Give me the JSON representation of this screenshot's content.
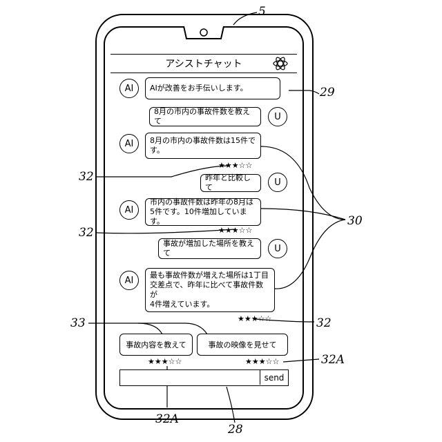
{
  "header": {
    "title": "アシストチャット",
    "settings_icon": "gear-icon"
  },
  "messages": [
    {
      "sender": "AI",
      "text": "AIが改善をお手伝いします。"
    },
    {
      "sender": "U",
      "text": "8月の市内の事故件数を教えて"
    },
    {
      "sender": "AI",
      "text": "8月の市内の事故件数は15件です。",
      "stars": "★★★☆☆"
    },
    {
      "sender": "U",
      "text": "昨年と比較して"
    },
    {
      "sender": "AI",
      "lines": [
        "市内の事故件数は昨年の8月は",
        "5件です。10件増加しています。"
      ],
      "stars": "★★★☆☆"
    },
    {
      "sender": "U",
      "text": "事故が増加した場所を教えて"
    },
    {
      "sender": "AI",
      "lines": [
        "最も事故件数が増えた場所は1丁目",
        "交差点で、昨年に比べて事故件数が",
        "4件増えています。"
      ],
      "stars": "★★★☆☆"
    }
  ],
  "suggestions": [
    {
      "label": "事故内容を教えて",
      "stars": "★★★☆☆"
    },
    {
      "label": "事故の映像を見せて",
      "stars": "★★★☆☆"
    }
  ],
  "input": {
    "value": "",
    "send_label": "send"
  },
  "reference_labels": {
    "device": "5",
    "chat_area": "29",
    "responses": "30",
    "rating_1": "32",
    "rating_2": "32",
    "rating_3": "32",
    "suggestions": "33",
    "suggestion_rating_1": "32A",
    "suggestion_rating_2": "32A",
    "input_area": "28"
  }
}
